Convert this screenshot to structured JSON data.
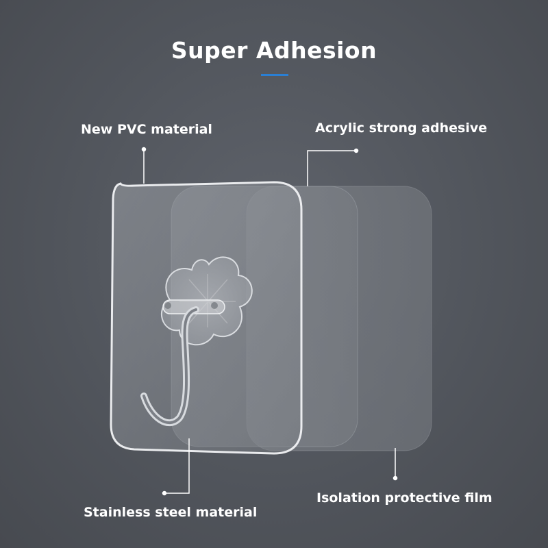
{
  "title": "Super Adhesion",
  "labels": {
    "pvc": "New PVC material",
    "acrylic": "Acrylic strong adhesive",
    "steel": "Stainless steel material",
    "film": "Isolation protective film"
  },
  "colors": {
    "background": "#53575e",
    "accent_underline": "#2a7fd4",
    "text": "#ffffff"
  }
}
